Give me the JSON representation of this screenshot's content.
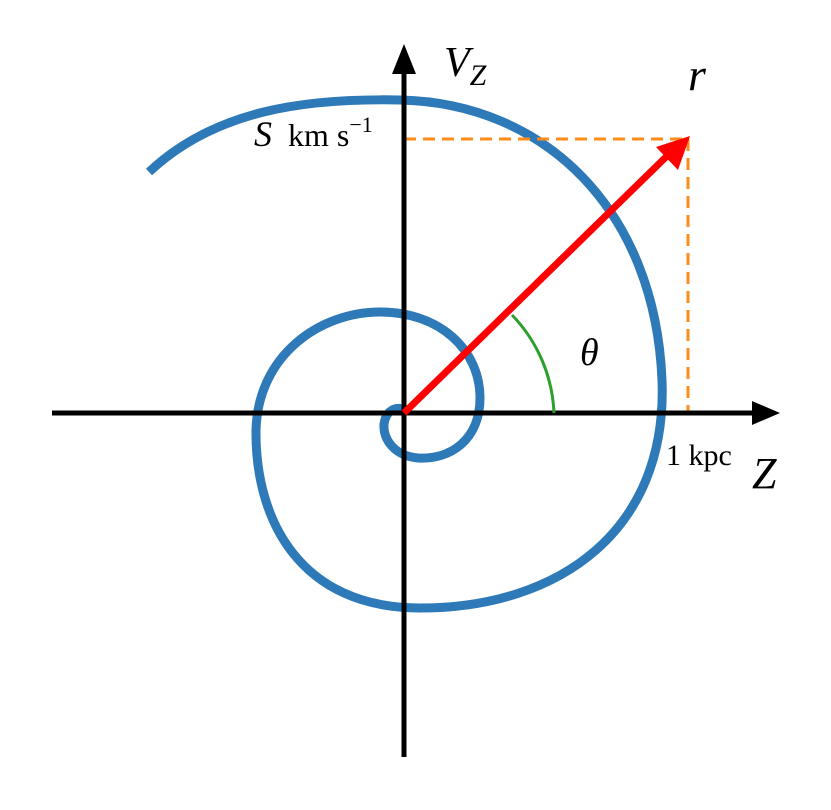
{
  "labels": {
    "vertical_axis": "V",
    "vertical_axis_subscript": "Z",
    "horizontal_axis": "Z",
    "vector": "r",
    "angle": "θ",
    "s_symbol": "S",
    "s_unit": "km s",
    "s_unit_exponent": "−1",
    "z_tick": "1 kpc"
  },
  "colors": {
    "axes": "#000000",
    "spiral": "#2e7ab8",
    "vector": "#ff0000",
    "guide": "#ff8c1a",
    "angle_arc": "#2ca02c"
  }
}
